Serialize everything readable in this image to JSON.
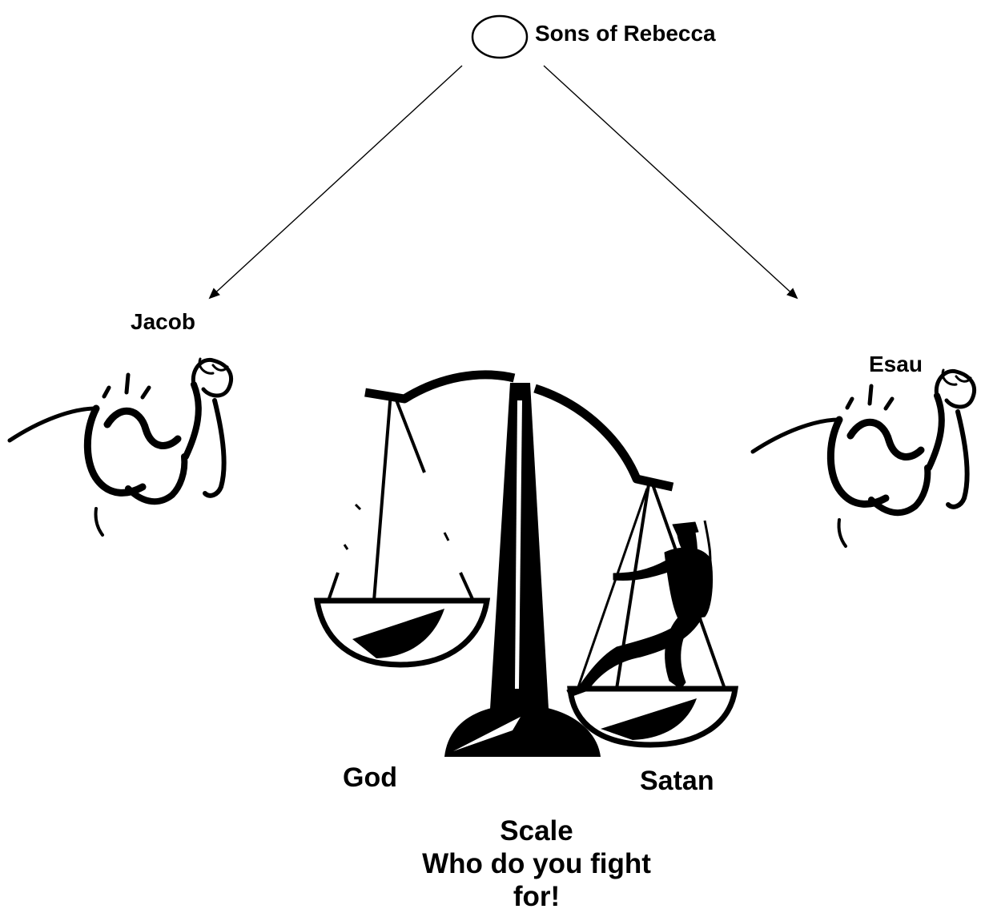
{
  "diagram": {
    "root": {
      "label": "Sons of Rebecca"
    },
    "children": [
      {
        "label": "Jacob"
      },
      {
        "label": "Esau"
      }
    ],
    "scale": {
      "left_pan_label": "God",
      "right_pan_label": "Satan"
    },
    "caption": {
      "line1": "Scale",
      "line2": "Who do you fight",
      "line3": "for!"
    },
    "icons": [
      "flexed-arm-icon",
      "balance-scale-icon",
      "climbing-figure-icon"
    ],
    "colors": {
      "ink": "#000000",
      "background": "#ffffff"
    }
  }
}
